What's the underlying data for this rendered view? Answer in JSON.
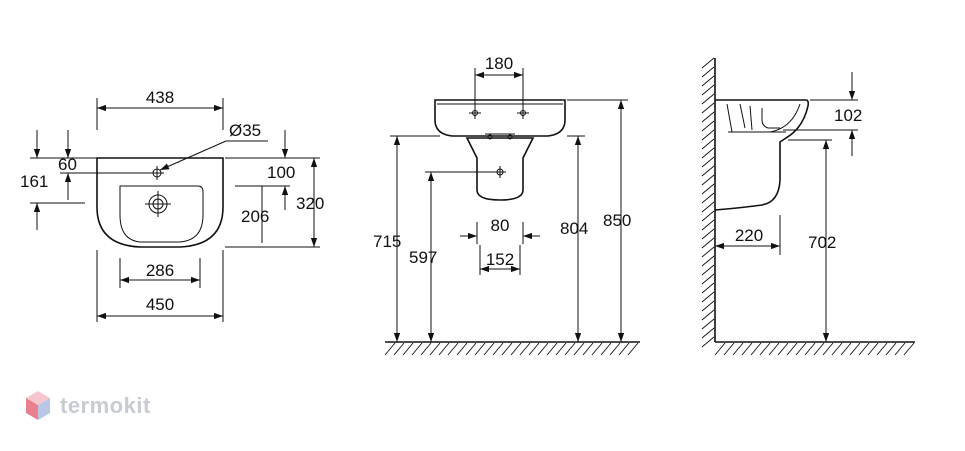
{
  "front_view": {
    "dim_top_width": "438",
    "dim_hole": "Ø35",
    "dim_tap_offset": "60",
    "dim_side_height": "161",
    "dim_bowl_depth": "100",
    "dim_drain_height": "206",
    "dim_total_height": "320",
    "dim_inner_width": "286",
    "dim_total_width": "450"
  },
  "pedestal_view": {
    "dim_tap_spacing": "180",
    "dim_pedestal_width": "80",
    "dim_base_width": "152",
    "dim_inlet_height": "715",
    "dim_outlet_height": "597",
    "dim_bowl_bottom_height": "804",
    "dim_rim_height": "850"
  },
  "side_view": {
    "dim_rim_thickness": "102",
    "dim_depth": "220",
    "dim_mount_height": "702"
  },
  "brand": {
    "name": "termokit",
    "colors": {
      "light": "#f6c6cf",
      "mid": "#e8808f",
      "dark": "#b9c6e6"
    }
  }
}
